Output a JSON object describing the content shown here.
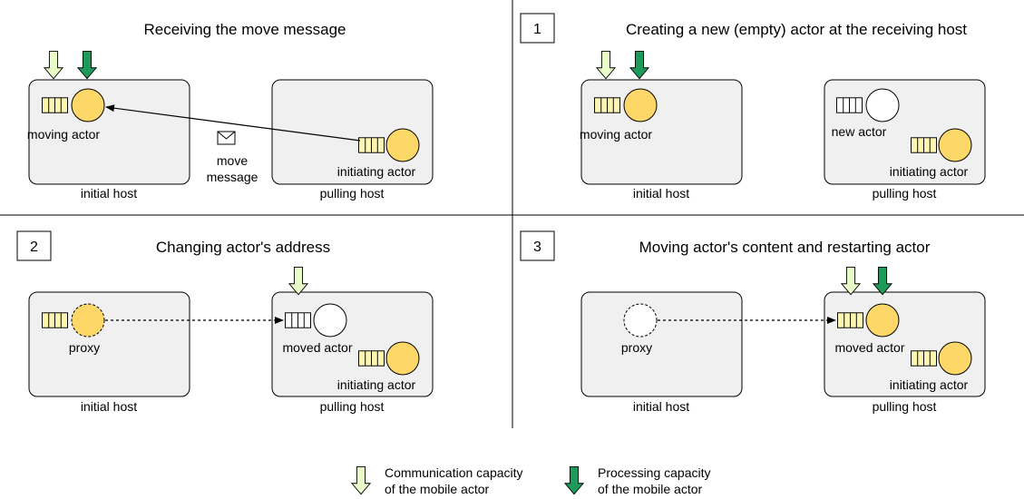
{
  "colors": {
    "host_fill": "#f0f0f0",
    "actor_fill": "#fdd868",
    "queue_fill": "#fdf6b0",
    "comm_arrow": "#e9fbc8",
    "proc_arrow": "#1e9b5a",
    "stroke": "#000000"
  },
  "panels": [
    {
      "number": "",
      "title": "Receiving the move message",
      "hosts": {
        "initial": "initial host",
        "pulling": "pulling host"
      },
      "labels": {
        "moving_actor": "moving actor",
        "initiating_actor": "initiating actor",
        "move_message_line1": "move",
        "move_message_line2": "message"
      }
    },
    {
      "number": "1",
      "title": "Creating a new (empty) actor at the receiving host",
      "hosts": {
        "initial": "initial host",
        "pulling": "pulling host"
      },
      "labels": {
        "moving_actor": "moving actor",
        "new_actor": "new actor",
        "initiating_actor": "initiating actor"
      }
    },
    {
      "number": "2",
      "title": "Changing actor's address",
      "hosts": {
        "initial": "initial host",
        "pulling": "pulling host"
      },
      "labels": {
        "proxy": "proxy",
        "moved_actor": "moved actor",
        "initiating_actor": "initiating actor"
      }
    },
    {
      "number": "3",
      "title": "Moving actor's content and restarting actor",
      "hosts": {
        "initial": "initial host",
        "pulling": "pulling host"
      },
      "labels": {
        "proxy": "proxy",
        "moved_actor": "moved actor",
        "initiating_actor": "initiating actor"
      }
    }
  ],
  "legend": {
    "communication_line1": "Communication capacity",
    "communication_line2": "of the mobile actor",
    "processing_line1": "Processing capacity",
    "processing_line2": "of the mobile actor"
  }
}
